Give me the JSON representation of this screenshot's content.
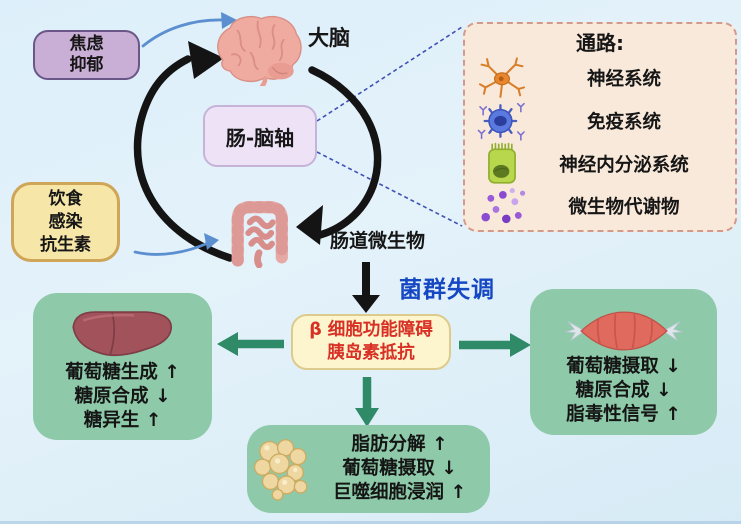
{
  "cycle": {
    "anxiety_box": {
      "lines": [
        "焦虑",
        "抑郁"
      ]
    },
    "diet_box": {
      "lines": [
        "饮食",
        "感染",
        "抗生素"
      ]
    },
    "axis_box": {
      "label": "肠-脑轴"
    },
    "brain_label": "大脑",
    "gut_label": "肠道微生物"
  },
  "pathways_panel": {
    "title": "通路:",
    "items": [
      {
        "icon": "neuron-icon",
        "label": "神经系统"
      },
      {
        "icon": "immune-cell-icon",
        "label": "免疫系统"
      },
      {
        "icon": "endocrine-cell-icon",
        "label": "神经内分泌系统"
      },
      {
        "icon": "microbial-metabolites-icon",
        "label": "微生物代谢物"
      }
    ]
  },
  "dysbiosis_label": "菌群失调",
  "center_box": {
    "lines": [
      "β 细胞功能障碍",
      "胰岛素抵抗"
    ]
  },
  "organ_boxes": {
    "liver": {
      "organ_icon": "liver-icon",
      "lines": [
        "葡萄糖生成 ↑",
        "糖原合成 ↓",
        "糖异生 ↑"
      ]
    },
    "muscle": {
      "organ_icon": "muscle-icon",
      "lines": [
        "葡萄糖摄取 ↓",
        "糖原合成 ↓",
        "脂毒性信号 ↑"
      ]
    },
    "adipose": {
      "organ_icon": "adipose-tissue-icon",
      "lines": [
        "脂肪分解 ↑",
        "葡萄糖摄取 ↓",
        "巨噬细胞浸润 ↑"
      ]
    }
  },
  "colors": {
    "background": "#ddeef8",
    "anxiety_box_fill": "#c9aed5",
    "anxiety_box_border": "#6b5787",
    "diet_box_fill": "#f6e6a7",
    "diet_box_border": "#cfa558",
    "axis_box_fill": "#eee3f6",
    "panel_fill": "#f9e9da",
    "panel_border": "#d29a8c",
    "green_box_fill": "#8ecaa9",
    "green_arrow": "#2f8a68",
    "center_box_fill": "#fcf5cd",
    "center_box_text": "#d93025",
    "dysbiosis_text": "#1648c4",
    "black_arrow": "#141414",
    "blue_arrow": "#5c8fd0",
    "callout_dash": "#3f51b5"
  }
}
